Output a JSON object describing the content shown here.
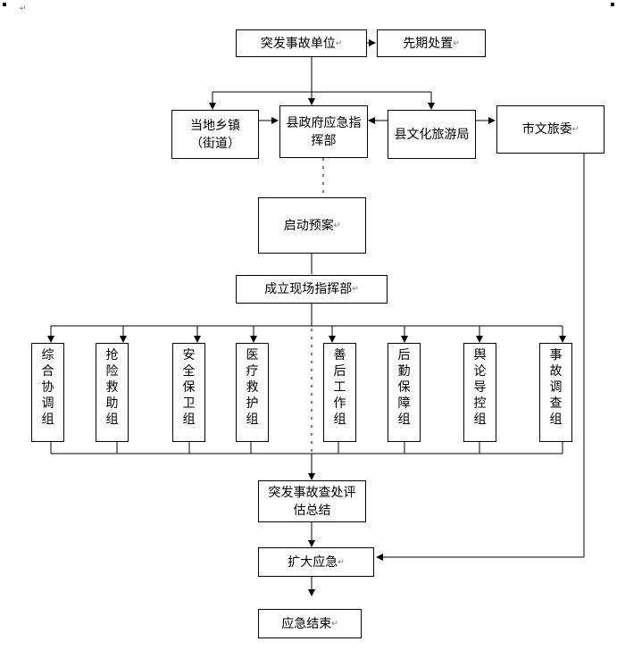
{
  "nodes": {
    "emergency_unit": "突发事故单位",
    "initial_response": "先期处置",
    "local_town": "当地乡镇（街道）",
    "county_command": "县政府应急指挥部",
    "county_culture_bureau": "县文化旅游局",
    "city_culture_committee": "市文旅委",
    "activate_plan": "启动预案",
    "onsite_command": "成立现场指挥部",
    "groups": [
      "综合协调组",
      "抢险救助组",
      "安全保卫组",
      "医疗救护组",
      "善后工作组",
      "后勤保障组",
      "舆论导控组",
      "事故调查组"
    ],
    "investigation": "突发事故查处评估总结",
    "expand_response": "扩大应急",
    "response_end": "应急结束"
  },
  "return_mark": "↵"
}
